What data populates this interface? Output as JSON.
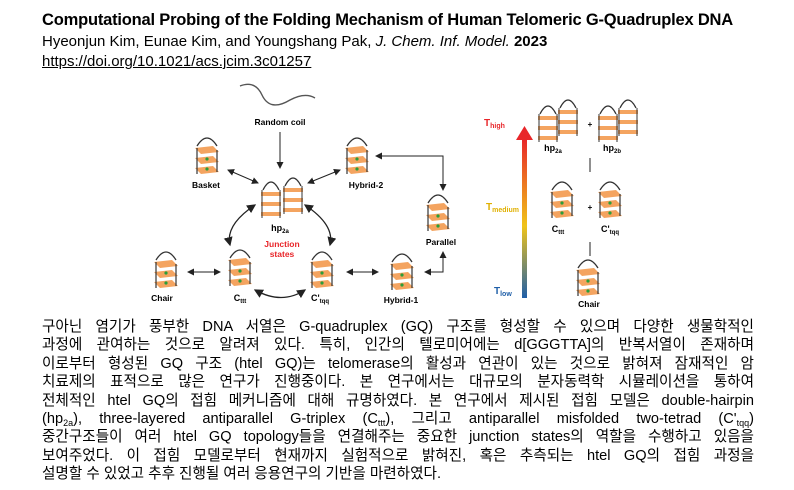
{
  "header": {
    "title": "Computational Probing of the Folding Mechanism of Human Telomeric G-Quadruplex DNA",
    "authors": "Hyeonjun Kim, Eunae Kim, and Youngshang Pak,",
    "journal": "J. Chem. Inf. Model.",
    "year": "2023",
    "doi": "https://doi.org/10.1021/acs.jcim.3c01257"
  },
  "figure": {
    "random_coil": "Random coil",
    "basket": "Basket",
    "hybrid2": "Hybrid-2",
    "hp": "hp",
    "hp2a_sub": "2a",
    "hp2b_sub": "2b",
    "parallel": "Parallel",
    "junction_line1": "Junction",
    "junction_line2": "states",
    "chair": "Chair",
    "c": "C",
    "cttt_sub": "ttt",
    "cprime": "C'",
    "ctqq_sub": "tqq",
    "hybrid1": "Hybrid-1",
    "t": "T",
    "t_high_sub": "high",
    "t_medium_sub": "medium",
    "t_low_sub": "low",
    "plus": "+",
    "colors": {
      "high": "#e8262a",
      "medium": "#f0c419",
      "low": "#1f5fa8",
      "junction": "#e8262a",
      "tetrad": "#f4a460"
    }
  },
  "body": {
    "l1": "구아닌 염기가 풍부한 DNA 서열은 G-quadruplex (GQ) 구조를 형성할 수 있으며 다양한 생물학적인",
    "l2": "과정에 관여하는 것으로 알려져 있다. 특히, 인간의 텔로미어에는 d[GGGTTA]의 반복서열이 존재하며",
    "l3": "이로부터 형성된 GQ 구조 (htel GQ)는 telomerase의 활성과 연관이 있는 것으로 밝혀져 잠재적인 암",
    "l4": "치료제의 표적으로 많은 연구가 진행중이다. 본 연구에서는 대규모의 분자동력학 시뮬레이션을 통하여",
    "l5": "전체적인 htel GQ의 접힘 메커니즘에 대해 규명하였다. 본 연구에서 제시된 접힘 모델은 double-hairpin",
    "l6a": "(hp",
    "l6b": "2a",
    "l6c": "), three-layered antiparallel G-triplex (C",
    "l6d": "ttt",
    "l6e": "), 그리고 antiparallel misfolded two-tetrad (C'",
    "l6f": "tqq",
    "l6g": ")",
    "l7": "중간구조들이 여러 htel GQ topology들을 연결해주는 중요한 junction states의 역할을 수행하고 있음을",
    "l8": "보여주었다. 이 접힘 모델로부터 현재까지 실험적으로 밝혀진, 혹은 추측되는 htel GQ의 접힘 과정을",
    "l9": "설명할 수 있었고 추후 진행될 여러 응용연구의 기반을 마련하였다."
  }
}
